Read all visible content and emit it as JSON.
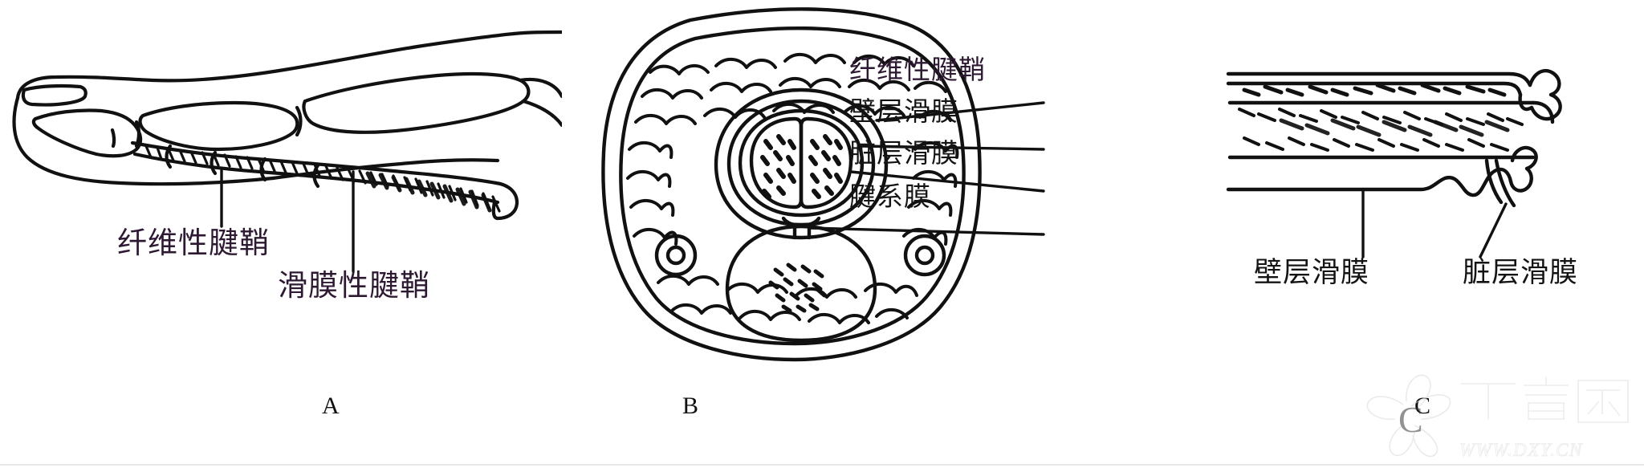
{
  "figure": {
    "title": "Tendon sheath anatomy illustration",
    "background_color": "#ffffff",
    "label_color_purple": "#2e1933",
    "label_color_black": "#141414",
    "ink_color": "#111111"
  },
  "panels": [
    {
      "id": "A",
      "caption": "A",
      "description": "Sagittal view of a finger showing flexor tendon within its sheath",
      "labels": [
        {
          "text": "纤维性腱鞘",
          "color": "purple"
        },
        {
          "text": "滑膜性腱鞘",
          "color": "purple"
        }
      ]
    },
    {
      "id": "B",
      "caption": "B",
      "description": "Cross-section of finger showing tendon, sheath layers and bone",
      "labels": [
        {
          "text": "纤维性腱鞘",
          "color": "purple"
        },
        {
          "text": "壁层滑膜",
          "color": "black"
        },
        {
          "text": "脏层滑膜",
          "color": "black"
        },
        {
          "text": "腱系膜",
          "color": "black"
        }
      ]
    },
    {
      "id": "C",
      "caption": "C",
      "description": "Longitudinal view of tendon showing parietal and visceral synovium reflection",
      "labels": [
        {
          "text": "壁层滑膜",
          "color": "black"
        },
        {
          "text": "脏层滑膜",
          "color": "black"
        }
      ]
    }
  ],
  "watermark": {
    "brand": "丁香园",
    "url": "WWW.DXY.CN",
    "logo": "flower-petal-logo"
  }
}
